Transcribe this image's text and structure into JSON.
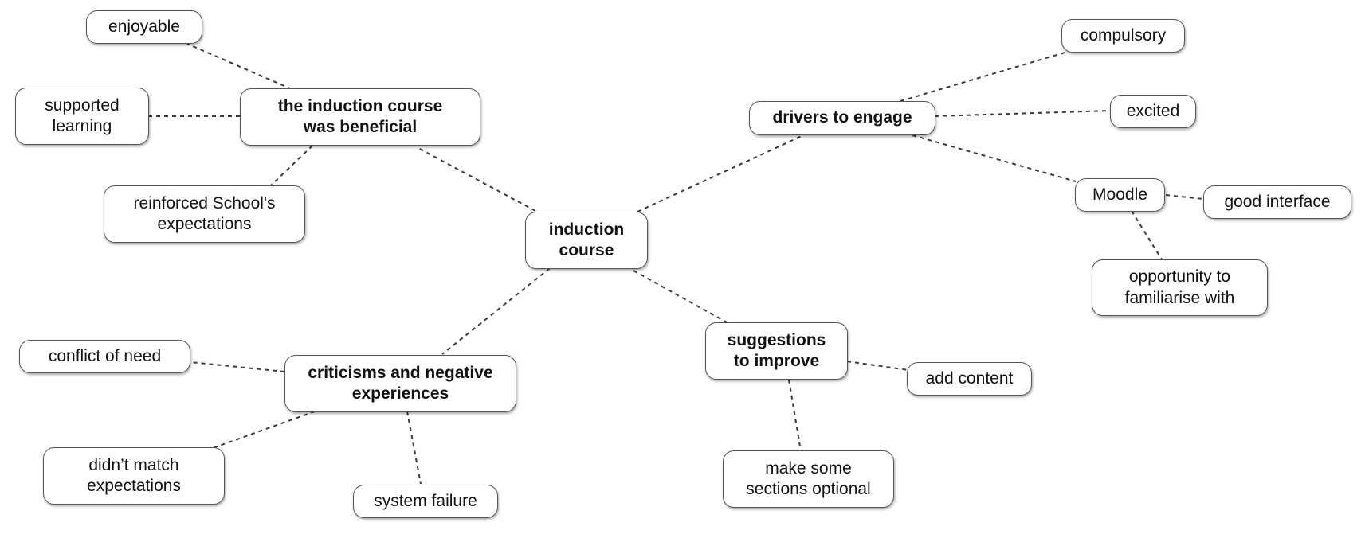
{
  "nodes": {
    "center": "induction\ncourse",
    "beneficial": "the induction course\nwas beneficial",
    "enjoyable": "enjoyable",
    "supported": "supported\nlearning",
    "reinforced": "reinforced School's\nexpectations",
    "drivers": "drivers to engage",
    "compulsory": "compulsory",
    "excited": "excited",
    "moodle": "Moodle",
    "good_interface": "good interface",
    "opportunity": "opportunity to\nfamiliarise with",
    "criticisms": "criticisms and negative\nexperiences",
    "conflict": "conflict of need",
    "didnt_match": "didn’t match\nexpectations",
    "system_failure": "system failure",
    "suggestions": "suggestions\nto improve",
    "add_content": "add content",
    "optional": "make some\nsections optional"
  }
}
